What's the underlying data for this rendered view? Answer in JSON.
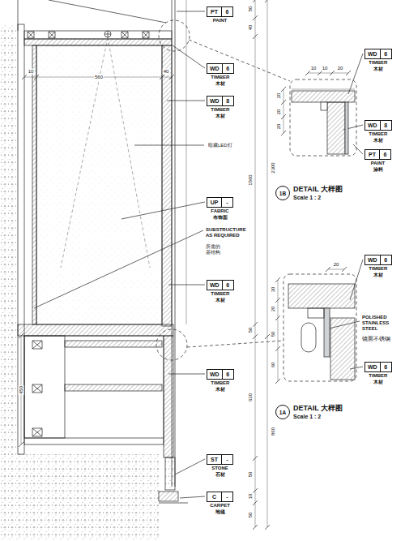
{
  "diagram": {
    "nodes": [
      {
        "text": [
          "PT",
          "6",
          "PAINT"
        ]
      },
      {
        "text": [
          "WD",
          "6",
          "TIMBER",
          "木材"
        ]
      },
      {
        "text": [
          "WD",
          "8",
          "TIMBER",
          "木材"
        ]
      },
      {
        "text": [
          "UP",
          "-",
          "FABRIC",
          "布饰面"
        ]
      },
      {
        "text": [
          "WD",
          "6",
          "TIMBER",
          "木材"
        ]
      },
      {
        "text": [
          "WD",
          "6",
          "TIMBER",
          "木材"
        ]
      },
      {
        "text": [
          "ST",
          "-",
          "STONE",
          "石材"
        ]
      },
      {
        "text": [
          "C",
          "-",
          "CARPET",
          "地毯"
        ]
      },
      {
        "text": [
          "WD",
          "6",
          "TIMBER",
          "木材"
        ]
      },
      {
        "text": [
          "WD",
          "8",
          "TIMBER",
          "木材"
        ]
      },
      {
        "text": [
          "PT",
          "6",
          "PAINT",
          "涂料"
        ]
      },
      {
        "text": [
          "1B",
          "DETAIL 大样图",
          "Scale 1 : 2"
        ]
      },
      {
        "text": [
          "WD",
          "6",
          "TIMBER",
          "木材"
        ]
      },
      {
        "text": [
          "WD",
          "6",
          "TIMBER",
          "木材"
        ]
      },
      {
        "text": [
          "1A",
          "DETAIL 大样图",
          "Scale 1 : 2"
        ]
      }
    ],
    "labels": [
      "暗藏LED灯",
      "SUBSTRUCTURE AS REQUIRED",
      "所需的 基结构",
      "50",
      "40",
      "1560",
      "2300",
      "50",
      "630",
      "860",
      "50",
      "10",
      "50",
      "10",
      "560",
      "40",
      "450",
      "20",
      "20",
      "20",
      "10",
      "10",
      "20",
      "20",
      "30",
      "20",
      "50",
      "60",
      "POLISHED STAINLESS STEEL",
      "镜面不锈钢"
    ]
  }
}
